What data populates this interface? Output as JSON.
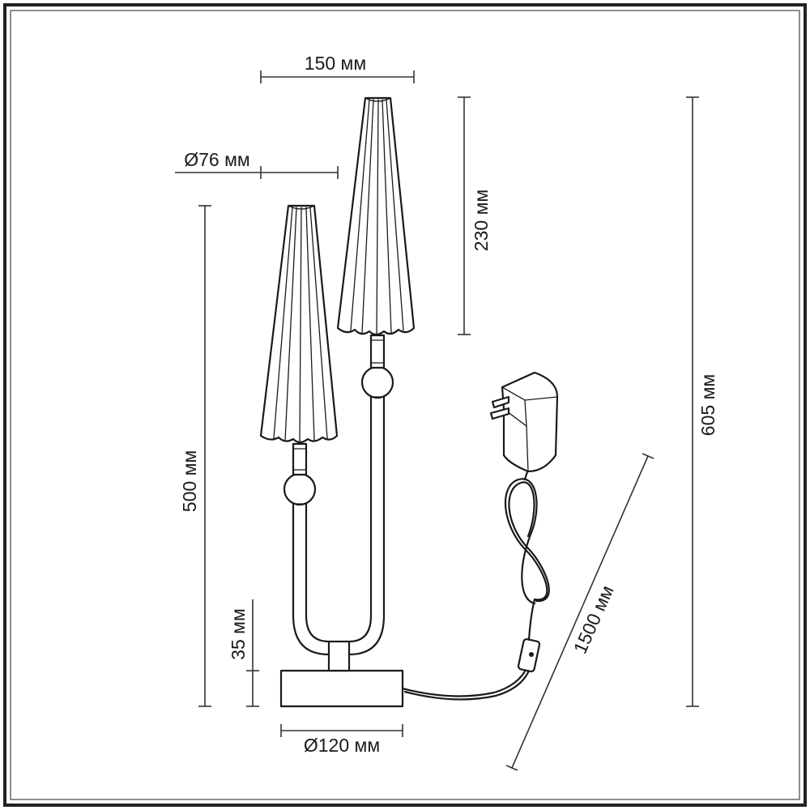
{
  "dimensions": {
    "shade_spacing": "150 мм",
    "shade_diameter": "Ø76 мм",
    "shade_height": "230 мм",
    "total_height": "605 мм",
    "lower_height": "500 мм",
    "base_height": "35 мм",
    "base_diameter": "Ø120 мм",
    "cord_length": "1500 мм"
  }
}
